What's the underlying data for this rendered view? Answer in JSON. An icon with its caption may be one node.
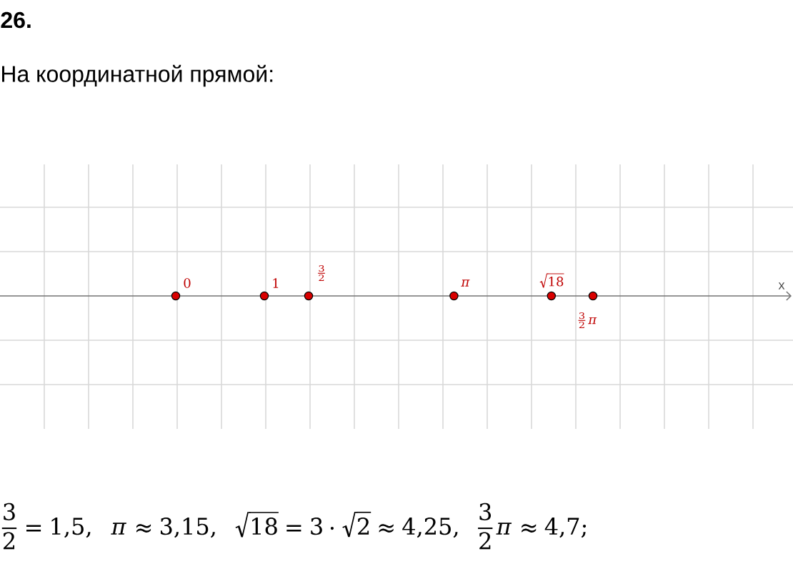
{
  "diagram": {
    "title": "На координатной прямой:",
    "labels": [
      "26.",
      "0",
      "1",
      "\\frac{3}{2}",
      "\\pi",
      "\\sqrt{18}",
      "\\frac{3}{2}\\pi",
      "x",
      "\\frac{3}{2}=1{,}5,\\ \\ \\pi\\approx 3{,}15,\\ \\ \\sqrt{18}=3\\cdot\\sqrt{2}\\approx 4{,}25,\\ \\ \\frac{3}{2}\\pi\\approx 4{,}7;"
    ]
  }
}
